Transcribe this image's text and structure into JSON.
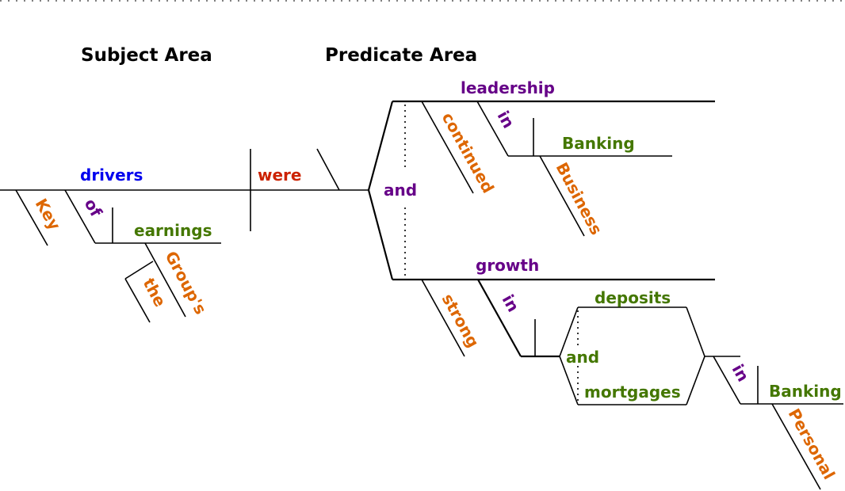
{
  "colors": {
    "heading": "#000000",
    "subject": "#0000ee",
    "verb": "#cc2200",
    "conjunction": "#660088",
    "preposition": "#660088",
    "object": "#447700",
    "modifier": "#dd6600",
    "predicate_noun": "#660088"
  },
  "headings": {
    "subject_area": "Subject Area",
    "predicate_area": "Predicate Area"
  },
  "words": {
    "subject": "drivers",
    "verb": "were",
    "conj_main": "and",
    "complement_1": "leadership",
    "complement_2": "growth",
    "mod_key": "Key",
    "prep_of": "of",
    "obj_earnings": "earnings",
    "mod_groups": "Group's",
    "mod_the": "the",
    "mod_continued": "continued",
    "prep_in_1": "in",
    "obj_banking_1": "Banking",
    "mod_business": "Business",
    "mod_strong": "strong",
    "prep_in_2": "in",
    "obj_deposits": "deposits",
    "conj_inner": "and",
    "obj_mortgages": "mortgages",
    "prep_in_3": "in",
    "obj_banking_2": "Banking",
    "mod_personal": "Personal"
  }
}
